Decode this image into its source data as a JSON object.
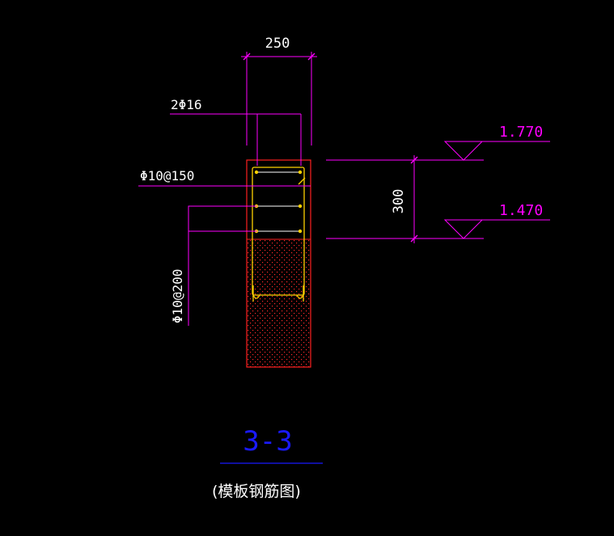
{
  "colors": {
    "background": "#000000",
    "dimension": "#ff00ff",
    "text": "#ffffff",
    "elevation_text": "#ff00ff",
    "concrete_outline": "#ff2020",
    "rebar": "#ffd200",
    "hatch": "#ff2a2a",
    "title": "#1a1aff",
    "title_underline": "#1a1aff"
  },
  "labels": {
    "top_dimension": "250",
    "top_bars": "2Φ16",
    "stirrup_upper": "Φ10@150",
    "stirrup_lower": "Φ10@200",
    "height_dimension": "300",
    "elevation_top": "1.770",
    "elevation_bottom": "1.470"
  },
  "title": {
    "section": "3-3",
    "subtitle": "(模板钢筋图)"
  },
  "icons": {
    "elevation_marker": "triangle-elevation-icon"
  }
}
